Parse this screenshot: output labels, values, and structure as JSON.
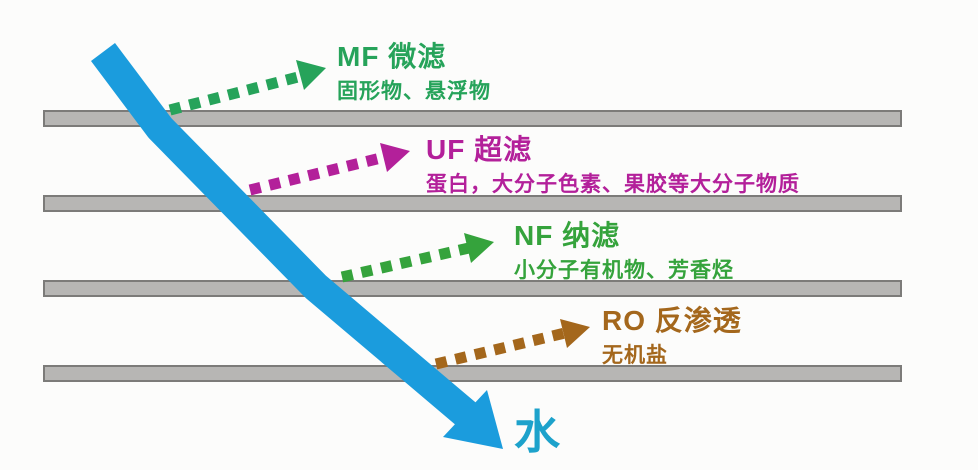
{
  "stages": [
    {
      "abbr": "MF",
      "title": "MF 微滤",
      "detail": "固形物、悬浮物",
      "color": "#26a35a"
    },
    {
      "abbr": "UF",
      "title": "UF 超滤",
      "detail": "蛋白，大分子色素、果胶等大分子物质",
      "color": "#b3209a"
    },
    {
      "abbr": "NF",
      "title": "NF 纳滤",
      "detail": "小分子有机物、芳香烃",
      "color": "#35a33c"
    },
    {
      "abbr": "RO",
      "title": "RO 反渗透",
      "detail": "无机盐",
      "color": "#a4671c"
    }
  ],
  "water_label": "水",
  "colors": {
    "flow_arrow_blue": "#1b9cdd",
    "water_label_teal": "#1da2cb",
    "membrane_fill": "#b7b6b4",
    "membrane_border": "#7c7b79",
    "background": "#fcfcfb"
  }
}
